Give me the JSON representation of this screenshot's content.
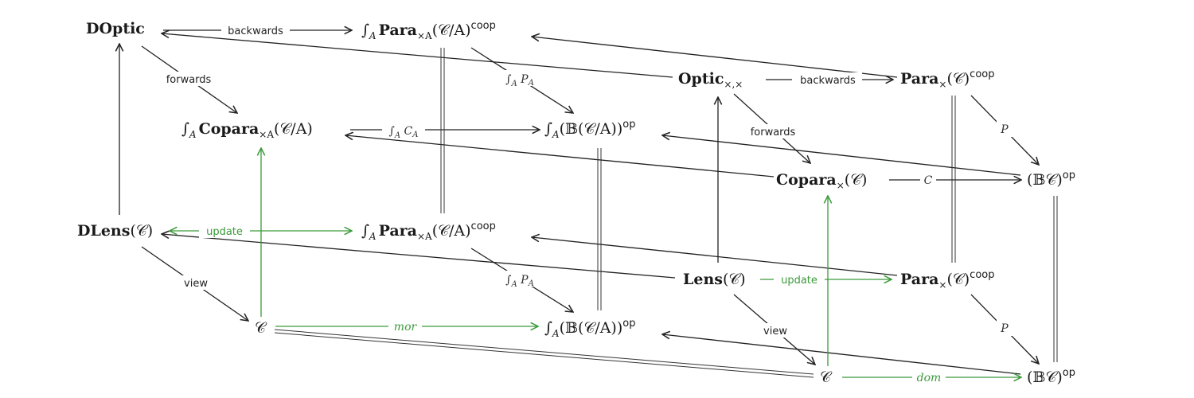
{
  "nodes": {
    "doptic": {
      "bold": "DOptic"
    },
    "int_para_top": {
      "int": "∫",
      "intsub": "A",
      "bold": "Para",
      "sub": "×A",
      "rest": "(𝒞/A)",
      "sup": "coop"
    },
    "optic": {
      "bold": "Optic",
      "sub": "×,×"
    },
    "para_top": {
      "bold": "Para",
      "sub": "×",
      "rest": "(𝒞)",
      "sup": "coop"
    },
    "int_copara": {
      "int": "∫",
      "intsub": "A",
      "bold": "Copara",
      "sub": "×A",
      "rest": "(𝒞/A)"
    },
    "int_b_top": {
      "int": "∫",
      "intsub": "A",
      "rest": "(𝔹(𝒞/A))",
      "sup": "op"
    },
    "copara": {
      "bold": "Copara",
      "sub": "×",
      "rest": "(𝒞)"
    },
    "bc_top": {
      "rest": "(𝔹𝒞)",
      "sup": "op"
    },
    "dlens": {
      "bold": "DLens",
      "rest": "(𝒞)"
    },
    "int_para_bot": {
      "int": "∫",
      "intsub": "A",
      "bold": "Para",
      "sub": "×A",
      "rest": "(𝒞/A)",
      "sup": "coop"
    },
    "lens": {
      "bold": "Lens",
      "rest": "(𝒞)"
    },
    "para_bot": {
      "bold": "Para",
      "sub": "×",
      "rest": "(𝒞)",
      "sup": "coop"
    },
    "c_left": {
      "rest": "𝒞"
    },
    "int_b_bot": {
      "int": "∫",
      "intsub": "A",
      "rest": "(𝔹(𝒞/A))",
      "sup": "op"
    },
    "c_right": {
      "rest": "𝒞"
    },
    "bc_bot": {
      "rest": "(𝔹𝒞)",
      "sup": "op"
    }
  },
  "labels": {
    "backwards_1": "backwards",
    "forwards_1": "forwards",
    "int_pa_1": "∫A PA",
    "backwards_2": "backwards",
    "int_ca": "∫A CA",
    "forwards_2": "forwards",
    "p_1": "P",
    "c_arrow": "C",
    "update_1": "update",
    "view_1": "view",
    "int_pa_2": "∫A PA",
    "update_2": "update",
    "mor": "mor",
    "view_2": "view",
    "p_2": "P",
    "dom": "dom"
  },
  "colors": {
    "black": "#222222",
    "green": "#3a9a3a"
  }
}
